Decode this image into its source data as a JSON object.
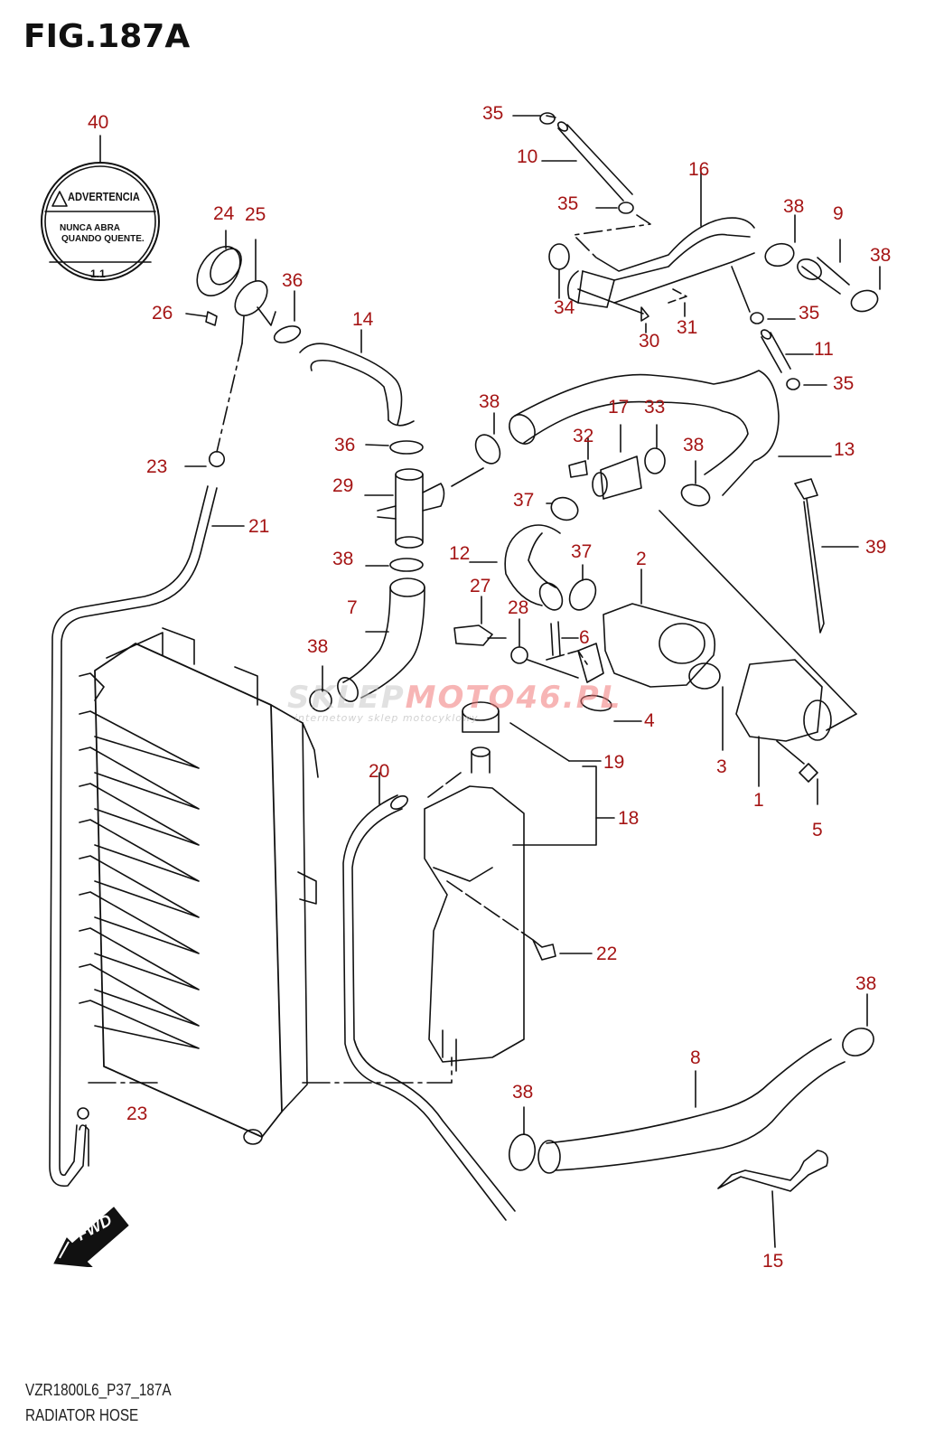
{
  "figure": {
    "title": "FIG.187A",
    "model_code": "VZR1800L6_P37_187A",
    "section_name": "RADIATOR HOSE"
  },
  "decal": {
    "part_no": "40",
    "warning_title": "ADVERTENCIA",
    "line1": "NUNCA ABRA",
    "line2": "QUANDO QUENTE.",
    "code": "1.1"
  },
  "direction_indicator": "FWD",
  "watermark": {
    "text_grey": "SKLEP",
    "text_red": "MOTO46.PL",
    "subtitle": "internetowy sklep motocyklowy"
  },
  "colors": {
    "callout": "#a51515",
    "line": "#111111"
  },
  "callouts": [
    {
      "part": "40"
    },
    {
      "part": "24"
    },
    {
      "part": "25"
    },
    {
      "part": "26"
    },
    {
      "part": "36"
    },
    {
      "part": "14"
    },
    {
      "part": "23"
    },
    {
      "part": "21"
    },
    {
      "part": "36"
    },
    {
      "part": "29"
    },
    {
      "part": "38"
    },
    {
      "part": "7"
    },
    {
      "part": "38"
    },
    {
      "part": "35"
    },
    {
      "part": "10"
    },
    {
      "part": "35"
    },
    {
      "part": "16"
    },
    {
      "part": "38"
    },
    {
      "part": "9"
    },
    {
      "part": "38"
    },
    {
      "part": "34"
    },
    {
      "part": "30"
    },
    {
      "part": "31"
    },
    {
      "part": "35"
    },
    {
      "part": "11"
    },
    {
      "part": "35"
    },
    {
      "part": "38"
    },
    {
      "part": "32"
    },
    {
      "part": "17"
    },
    {
      "part": "33"
    },
    {
      "part": "38"
    },
    {
      "part": "13"
    },
    {
      "part": "37"
    },
    {
      "part": "12"
    },
    {
      "part": "37"
    },
    {
      "part": "2"
    },
    {
      "part": "39"
    },
    {
      "part": "27"
    },
    {
      "part": "28"
    },
    {
      "part": "6"
    },
    {
      "part": "4"
    },
    {
      "part": "3"
    },
    {
      "part": "1"
    },
    {
      "part": "5"
    },
    {
      "part": "19"
    },
    {
      "part": "20"
    },
    {
      "part": "18"
    },
    {
      "part": "22"
    },
    {
      "part": "38"
    },
    {
      "part": "8"
    },
    {
      "part": "38"
    },
    {
      "part": "23"
    },
    {
      "part": "15"
    }
  ]
}
